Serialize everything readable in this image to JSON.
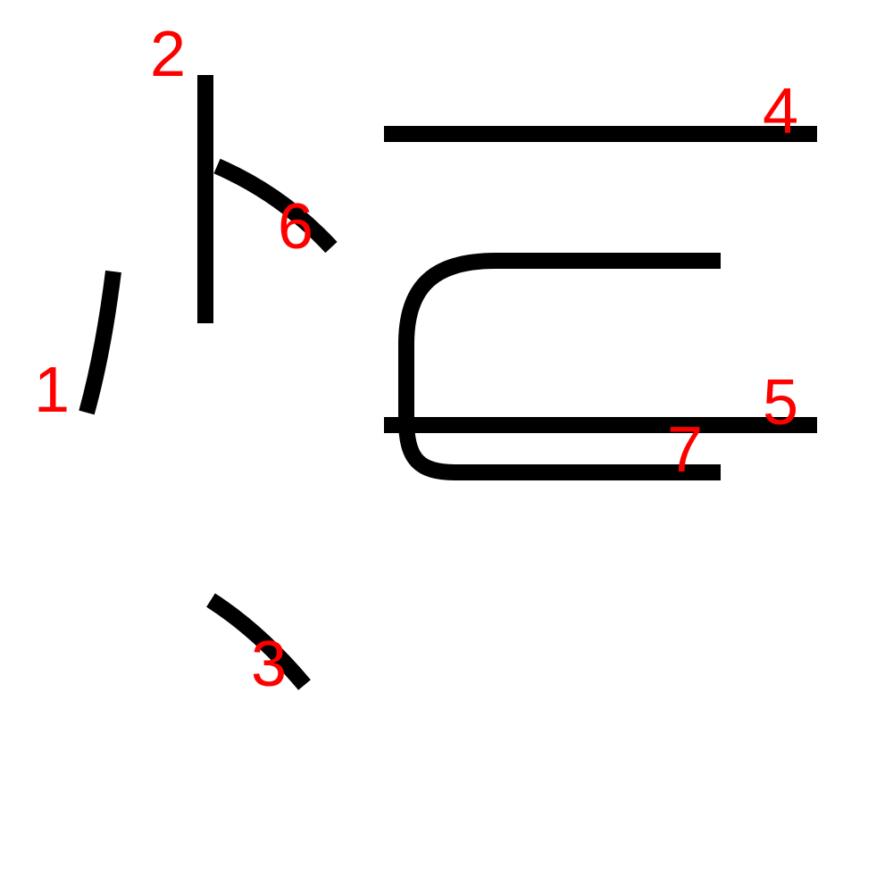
{
  "colors": {
    "background": "#ffffff",
    "stroke": "#000000",
    "label": "#ff0000"
  },
  "strokes": [
    {
      "id": "s1",
      "order": "1"
    },
    {
      "id": "s2",
      "order": "2"
    },
    {
      "id": "s3",
      "order": "3"
    },
    {
      "id": "s4",
      "order": "4"
    },
    {
      "id": "s5",
      "order": "5"
    },
    {
      "id": "s6",
      "order": "6"
    },
    {
      "id": "s7",
      "order": "7"
    }
  ]
}
